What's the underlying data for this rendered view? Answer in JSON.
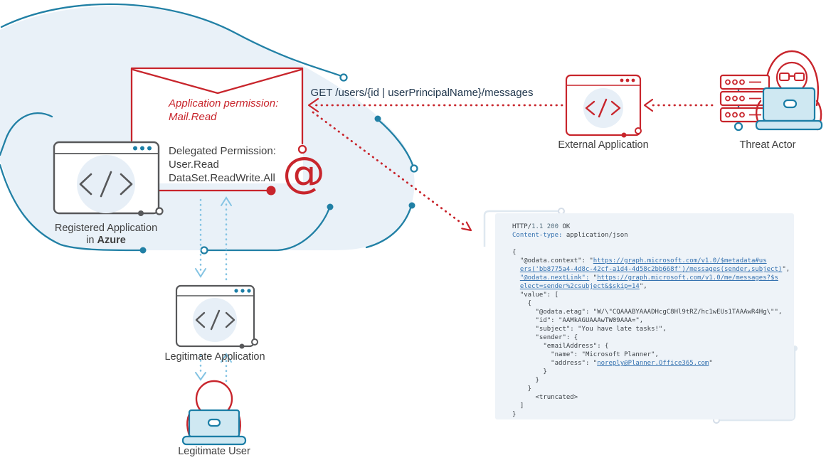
{
  "colors": {
    "red_accent": "#c8252c",
    "teal_accent": "#1b7ea6",
    "cloud_fill": "#e9f1f8",
    "icon_circle_fill": "#e7eff7",
    "laptop_fill": "#cfe8f2",
    "link_blue": "#3572b0",
    "dark_gray": "#3f3f3f",
    "dotted_blue": "#85c4e3",
    "code_background": "#eef3f8"
  },
  "get_request": {
    "label": "GET /users/{id | userPrincipalName}/messages"
  },
  "envelope": {
    "application_permission": "Application permission:\nMail.Read",
    "delegated_permission": "Delegated Permission:\nUser.Read\nDataSet.ReadWrite.All",
    "at_symbol": "@"
  },
  "nodes": {
    "registered_app": {
      "label_line1": "Registered Application",
      "label_line2_prefix": "in ",
      "label_line2_bold": "Azure"
    },
    "external_app": {
      "label": "External Application"
    },
    "threat_actor": {
      "label": "Threat Actor"
    },
    "legitimate_app": {
      "label": "Legitimate Application"
    },
    "legitimate_user": {
      "label": "Legitimate User"
    }
  },
  "http_response": {
    "lines": [
      [
        [
          "p",
          "HTTP/"
        ],
        [
          "n",
          "1.1 200"
        ],
        [
          "p",
          " OK"
        ]
      ],
      [
        [
          "b",
          "Content-type:"
        ],
        [
          "p",
          " application/json"
        ]
      ],
      [],
      [
        [
          "p",
          "{"
        ]
      ],
      [
        [
          "p",
          "  \"@odata.context\": \""
        ],
        [
          "l",
          "https://graph.microsoft.com/v1.0/$metadata#us"
        ]
      ],
      [
        [
          "p",
          "  "
        ],
        [
          "l",
          "ers('bb8775a4-4d8c-42cf-a1d4-4d58c2bb668f')/messages(sender,subject)"
        ],
        [
          "p",
          "\","
        ]
      ],
      [
        [
          "p",
          "  "
        ],
        [
          "l",
          "\"@odata.nextLink\":"
        ],
        [
          "p",
          " \""
        ],
        [
          "l",
          "https://graph.microsoft.com/v1.0/me/messages?$s"
        ]
      ],
      [
        [
          "p",
          "  "
        ],
        [
          "l",
          "elect=sender%2csubject&$skip=14"
        ],
        [
          "p",
          "\","
        ]
      ],
      [
        [
          "p",
          "  \"value\": ["
        ]
      ],
      [
        [
          "p",
          "    {"
        ]
      ],
      [
        [
          "p",
          "      \"@odata.etag\": \"W/\\\"CQAAABYAAADHcgC8Hl9tRZ/hc1wEUs1TAAAwR4Hg\\\"\","
        ]
      ],
      [
        [
          "p",
          "      \"id\": \"AAMkAGUAAAwTW09AAA=\","
        ]
      ],
      [
        [
          "p",
          "      \"subject\": \"You have late tasks!\","
        ]
      ],
      [
        [
          "p",
          "      \"sender\": {"
        ]
      ],
      [
        [
          "p",
          "        \"emailAddress\": {"
        ]
      ],
      [
        [
          "p",
          "          \"name\": \"Microsoft Planner\","
        ]
      ],
      [
        [
          "p",
          "          \"address\": \""
        ],
        [
          "l",
          "noreply@Planner.Office365.com"
        ],
        [
          "p",
          "\""
        ]
      ],
      [
        [
          "p",
          "        }"
        ]
      ],
      [
        [
          "p",
          "      }"
        ]
      ],
      [
        [
          "p",
          "    }"
        ]
      ],
      [
        [
          "p",
          "      <truncated>"
        ]
      ],
      [
        [
          "p",
          "  ]"
        ]
      ],
      [
        [
          "p",
          "}"
        ]
      ]
    ]
  }
}
